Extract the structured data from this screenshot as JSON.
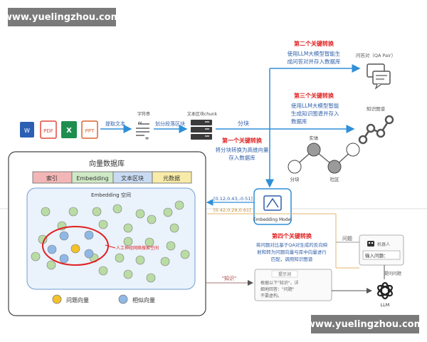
{
  "watermark": {
    "top": "www.yuelingzhou.com",
    "bottom": "www.yuelingzhou.com"
  },
  "file_icons": [
    "W",
    "PDF",
    "X",
    "PPT"
  ],
  "pipeline": {
    "extract": "提取文本",
    "string_label": "字符串",
    "split": "划分段落区块",
    "chunk_label": "文本区块chunk",
    "chunk": "分块"
  },
  "key_transforms": {
    "first": {
      "title": "第一个关键转换",
      "line1": "将分块转换为高维向量",
      "line2": "存入数据库"
    },
    "second": {
      "title": "第二个关键转换",
      "line1": "使用LLM大模型智能生",
      "line2": "成问答对并存入数据库"
    },
    "third": {
      "title": "第三个关键转换",
      "line1": "使用LLM大模型智能",
      "line2": "生成知识图谱并存入",
      "line3": "数据库"
    },
    "fourth": {
      "title": "第四个关键转换",
      "line1": "将问题对比基于QA对生成的反向映",
      "line2": "射和转为问题向量与库中向量进行",
      "line3": "匹配，调用知识图谱"
    }
  },
  "qa_pair": "问答对（QA Pair）",
  "knowledge_graph": {
    "title": "知识图谱",
    "entity": "实体",
    "chunk": "分块",
    "community": "社区"
  },
  "vector_db": {
    "title": "向量数据库",
    "columns": [
      "索引",
      "Embedding",
      "文本区块",
      "元数据"
    ],
    "space_label": "Embedding 空间",
    "similar_label": "人工神经网络搜索空间",
    "legend": {
      "question": "问题向量",
      "similar": "相似向量"
    }
  },
  "embedding_model": "Embedding Model",
  "vectors": {
    "v1": "[0.12,0.43,-0.51]",
    "v2": "[0.42,0.29,0.61]"
  },
  "question_tag": "问题",
  "knowledge_tag": "\"知识\"",
  "robot": {
    "label": "机器人",
    "input": "输入问题："
  },
  "user_question": "提问问题",
  "prompt": {
    "title": "提示词",
    "line1": "根据以下\"知识\"，详",
    "line2": "细地回答：\"问题\"",
    "line3": "不要虚构。"
  },
  "llm": "LLM",
  "colors": {
    "accent_blue": "#2f8fd8",
    "red": "#e02020",
    "green_dot": "#b9dca4",
    "blue_dot": "#8fb8e6",
    "yellow_dot": "#f3c12a",
    "orange_line": "#e3b56b"
  }
}
